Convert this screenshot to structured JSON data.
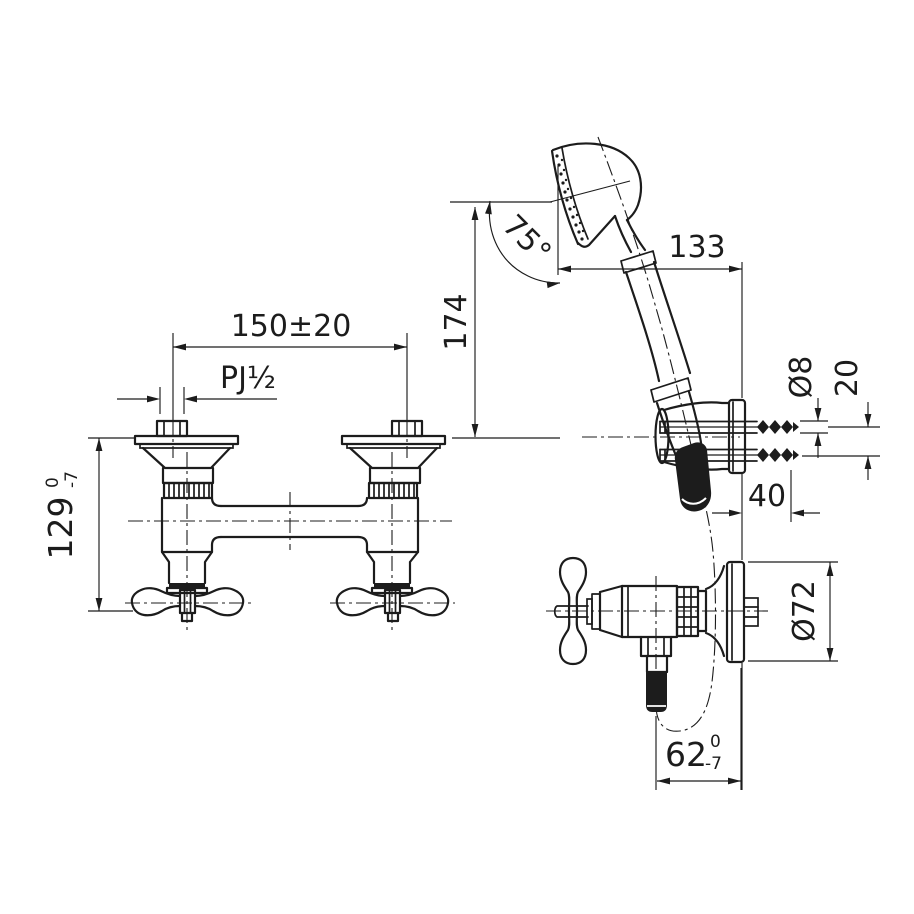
{
  "drawing": {
    "kind": "technical-dimension-drawing",
    "subject": "wall-mounted two-handle shower mixer with hand shower",
    "colors": {
      "line": "#1c1c1c",
      "background": "#ffffff"
    }
  },
  "front_view": {
    "center_distance": "150±20",
    "thread_size": "PJ½",
    "height": "129",
    "height_tol_upper": "0",
    "height_tol_lower": "-7"
  },
  "shower_view": {
    "head_angle": "75°",
    "reach": "133",
    "hose_height": "174",
    "screw_diameter": "Ø8",
    "screw_spacing": "20",
    "anchor_depth": "40"
  },
  "valve_view": {
    "escutcheon_diameter": "Ø72",
    "projection": "62",
    "projection_tol_upper": "0",
    "projection_tol_lower": "-7"
  }
}
